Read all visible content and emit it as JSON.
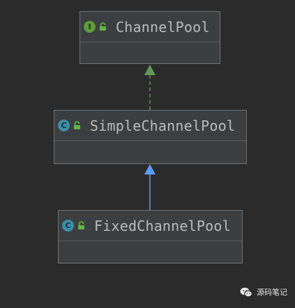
{
  "diagram": {
    "nodes": [
      {
        "id": "channel-pool",
        "label": "ChannelPool",
        "kind": "interface",
        "badge": "I",
        "badge_color": "#5f9a3c",
        "badge_text_color": "#1f2b17"
      },
      {
        "id": "simple-channel-pool",
        "label": "SimpleChannelPool",
        "kind": "class",
        "badge": "C",
        "badge_color": "#3d8ea6",
        "badge_text_color": "#12303a"
      },
      {
        "id": "fixed-channel-pool",
        "label": "FixedChannelPool",
        "kind": "class",
        "badge": "C",
        "badge_color": "#3d8ea6",
        "badge_text_color": "#12303a"
      }
    ],
    "edges": [
      {
        "from": "simple-channel-pool",
        "to": "channel-pool",
        "type": "implements",
        "style": "dashed",
        "color": "#629755"
      },
      {
        "from": "fixed-channel-pool",
        "to": "simple-channel-pool",
        "type": "extends",
        "style": "solid",
        "color": "#589df6"
      }
    ],
    "lock_color": "#62b543",
    "background": "#2b2b2b"
  },
  "watermark": {
    "text": "源码笔记",
    "icon": "wechat-icon"
  }
}
